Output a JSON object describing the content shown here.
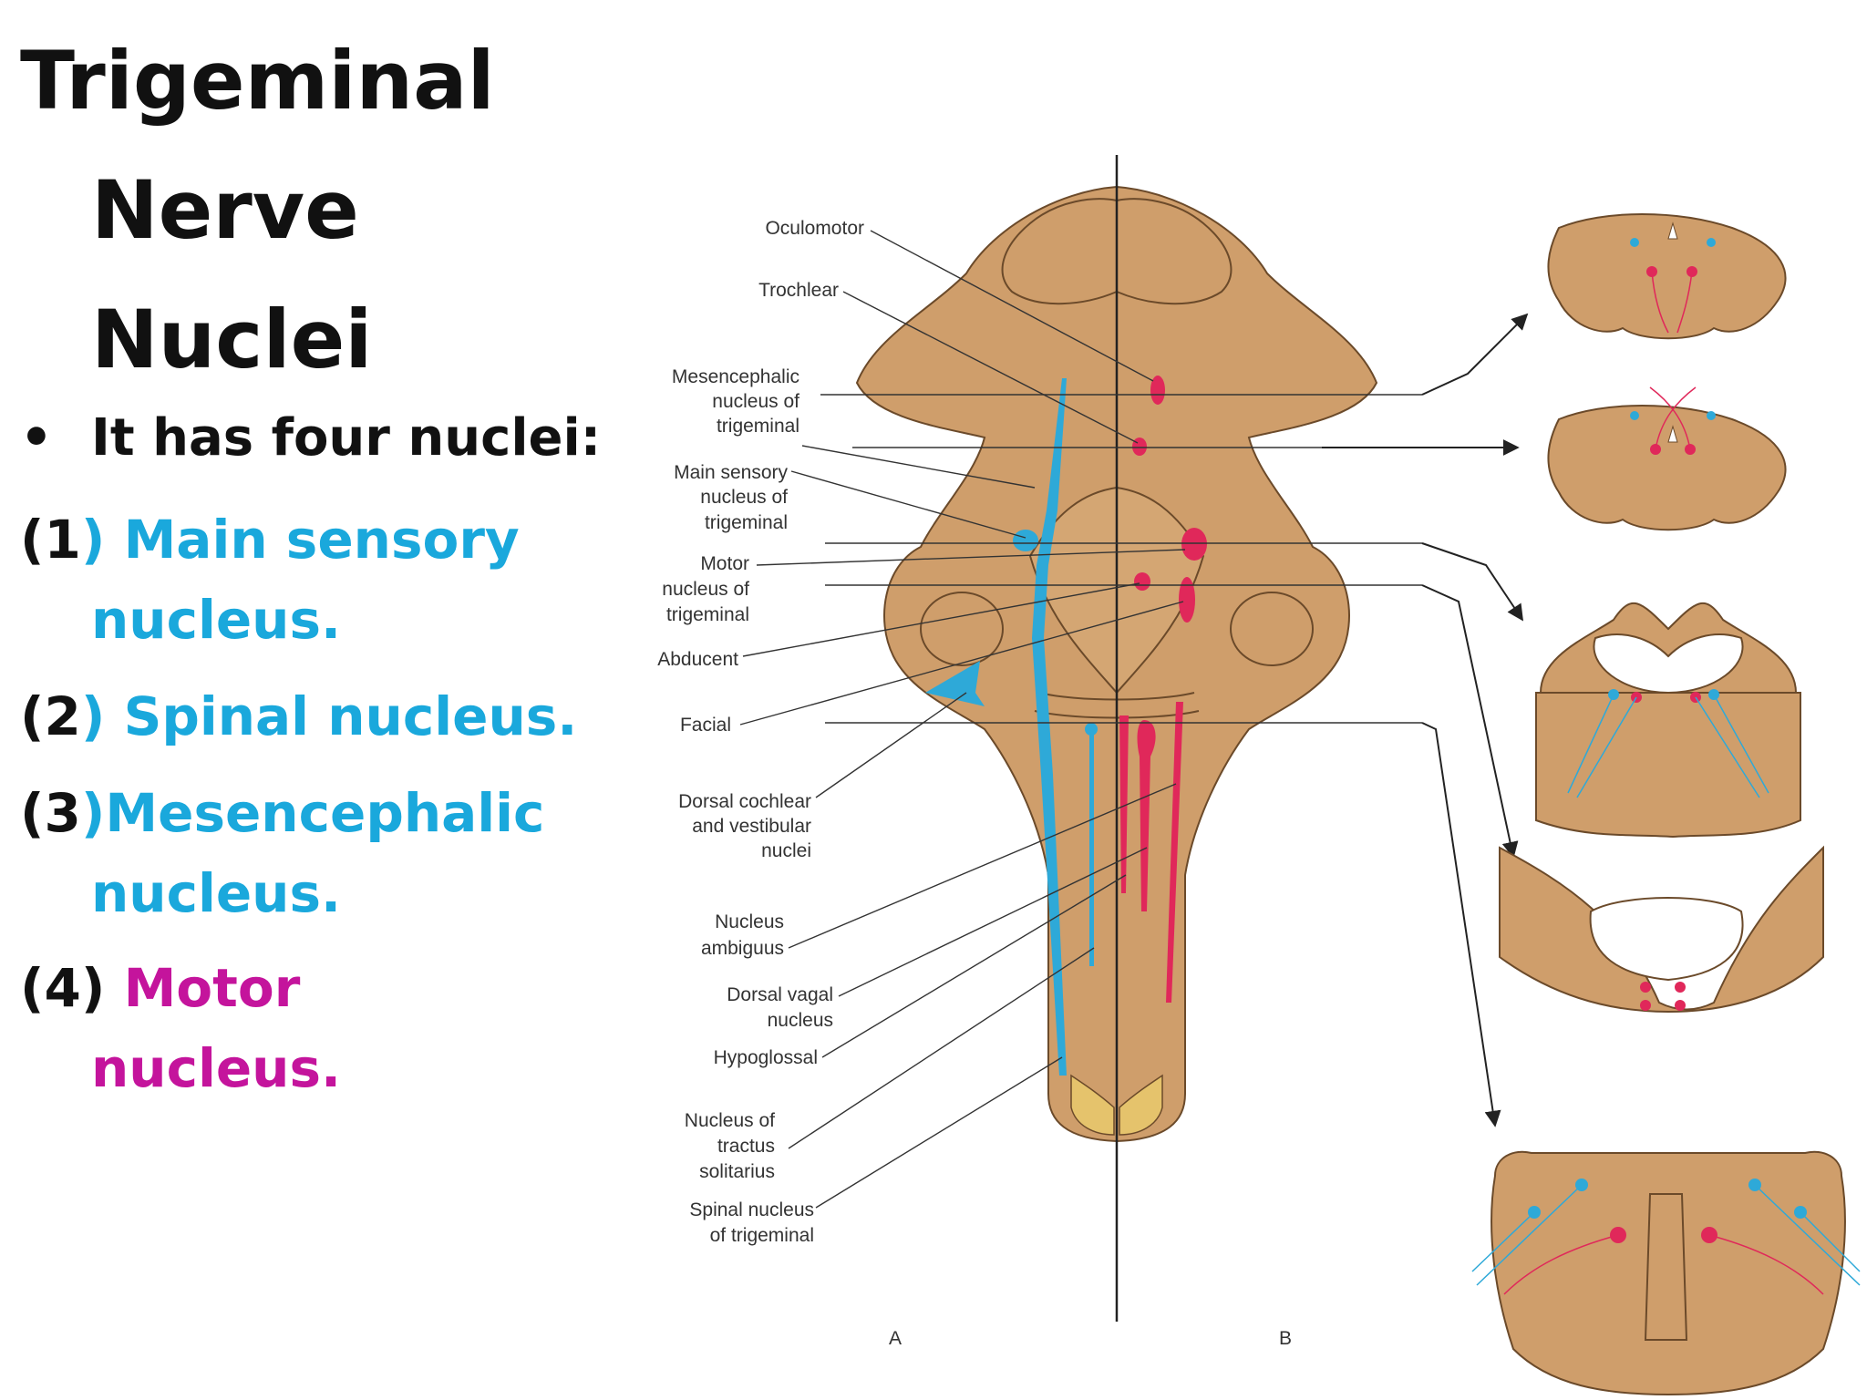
{
  "slide": {
    "title_lines": [
      "Trigeminal",
      "Nerve",
      "Nuclei"
    ],
    "bullet": "It has four nuclei:",
    "items": [
      {
        "num": "(1",
        "paren": ")",
        "text_line1": " Main sensory",
        "text_line2": "nucleus."
      },
      {
        "num": "(2",
        "paren": ")",
        "text_line1": " Spinal nucleus.",
        "text_line2": ""
      },
      {
        "num": "(3",
        "paren": ")",
        "text_line1": "Mesencephalic",
        "text_line2": "nucleus."
      },
      {
        "num": "(4) ",
        "paren": "",
        "text_line1": "Motor",
        "text_line2": "nucleus."
      }
    ]
  },
  "diagram": {
    "labels": {
      "oculomotor": "Oculomotor",
      "trochlear": "Trochlear",
      "mesencephalic": [
        "Mesencephalic",
        "nucleus of",
        "trigeminal"
      ],
      "main_sensory": [
        "Main sensory",
        "nucleus of",
        "trigeminal"
      ],
      "motor": [
        "Motor",
        "nucleus of",
        "trigeminal"
      ],
      "abducent": "Abducent",
      "facial": "Facial",
      "dorsal_cochlear": [
        "Dorsal cochlear",
        "and vestibular",
        "nuclei"
      ],
      "ambiguus": [
        "Nucleus",
        "ambiguus"
      ],
      "dorsal_vagal": [
        "Dorsal vagal",
        "nucleus"
      ],
      "hypoglossal": "Hypoglossal",
      "tractus": [
        "Nucleus of",
        "tractus",
        "solitarius"
      ],
      "spinal": [
        "Spinal nucleus",
        "of trigeminal"
      ]
    },
    "side_a": "A",
    "side_b": "B"
  },
  "colors": {
    "tissue": "#cf9e6b",
    "tissue_stroke": "#6b4a2a",
    "sensory": "#2ea9d8",
    "motor": "#e0285a",
    "text_cyan": "#1aa8dc",
    "text_magenta": "#c4149c"
  }
}
